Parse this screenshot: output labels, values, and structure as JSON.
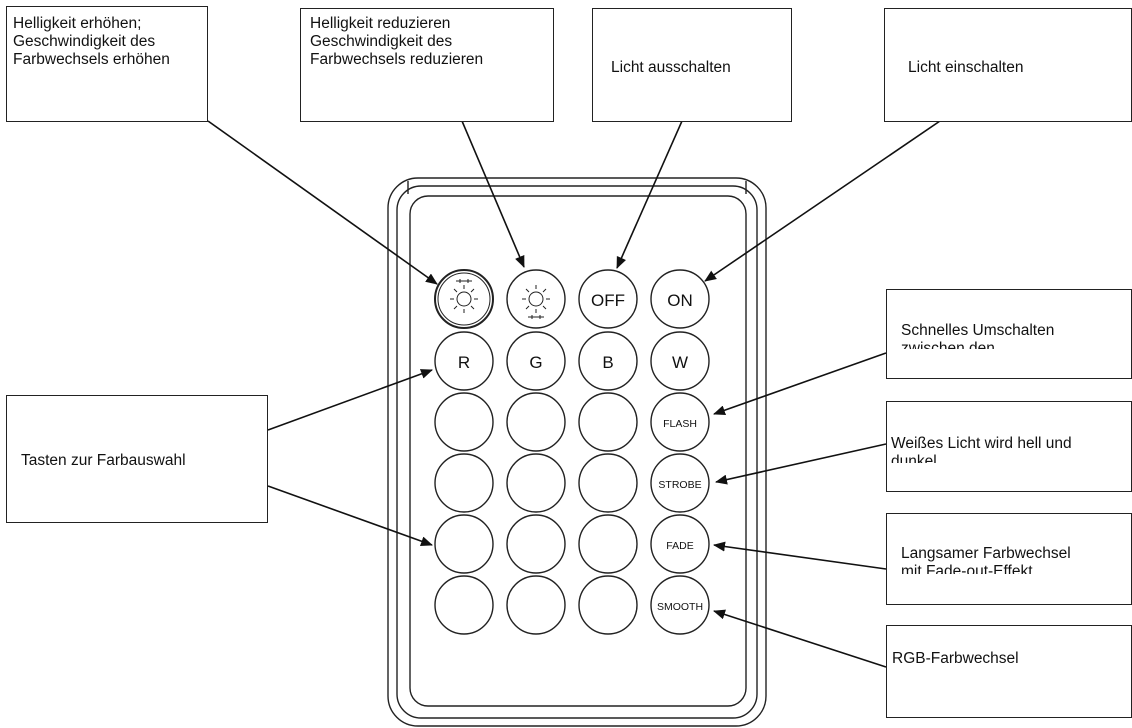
{
  "callouts": {
    "brightness_up": [
      "Helligkeit erhöhen;",
      "Geschwindigkeit des",
      "Farbwechsels erhöhen"
    ],
    "brightness_down": [
      "Helligkeit reduzieren",
      "Geschwindigkeit des",
      "Farbwechsels reduzieren"
    ],
    "light_off": "Licht ausschalten",
    "light_on": "Licht einschalten",
    "color_select": "Tasten zur Farbauswahl",
    "flash": [
      "Schnelles Umschalten",
      "zwischen den"
    ],
    "strobe": [
      "Weißes Licht wird hell und",
      "dunkel"
    ],
    "fade": [
      "Langsamer Farbwechsel",
      "mit Fade-out-Effekt"
    ],
    "smooth": "RGB-Farbwechsel"
  },
  "remote": {
    "row1": [
      "sun-plus-icon",
      "sun-minus-icon",
      "OFF",
      "ON"
    ],
    "row2": [
      "R",
      "G",
      "B",
      "W"
    ],
    "modes": [
      "FLASH",
      "STROBE",
      "FADE",
      "SMOOTH"
    ]
  }
}
